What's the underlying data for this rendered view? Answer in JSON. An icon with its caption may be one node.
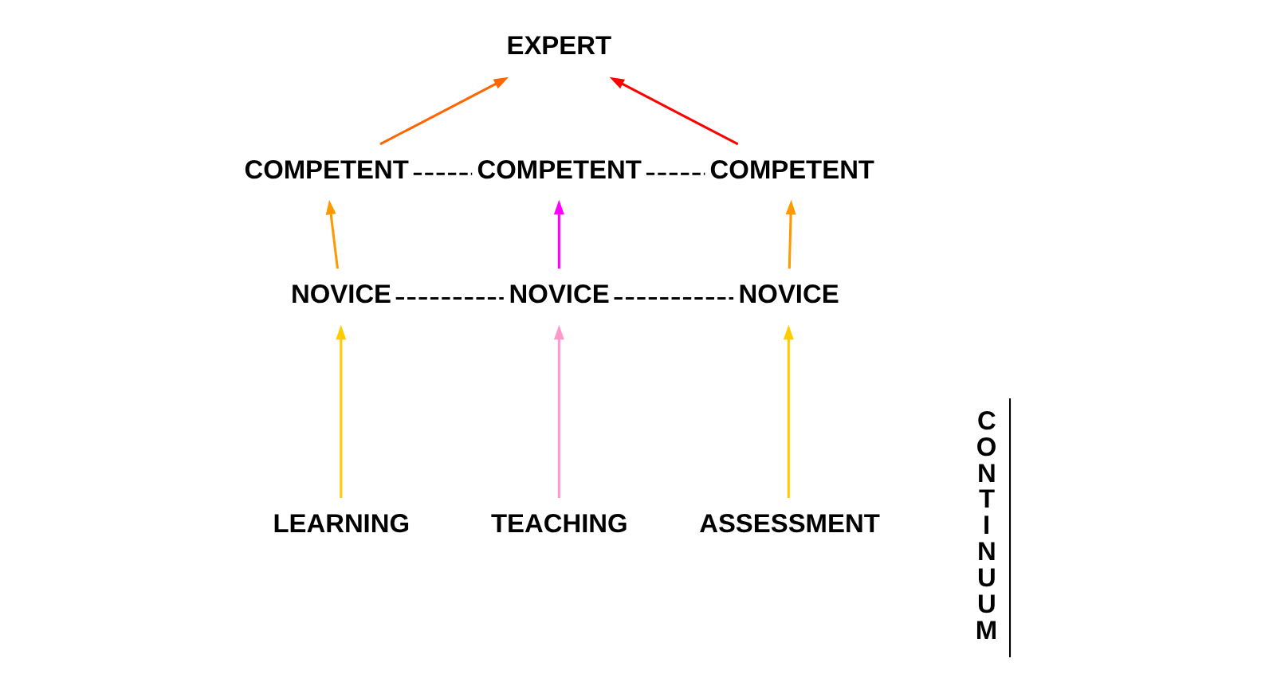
{
  "diagram": {
    "nodes": [
      {
        "text": [
          "EXPERT"
        ]
      },
      {
        "text": [
          "COMPETENT"
        ]
      },
      {
        "text": [
          "COMPETENT"
        ]
      },
      {
        "text": [
          "COMPETENT"
        ]
      },
      {
        "text": [
          "NOVICE"
        ]
      },
      {
        "text": [
          "NOVICE"
        ]
      },
      {
        "text": [
          "NOVICE"
        ]
      },
      {
        "text": [
          "LEARNING"
        ]
      },
      {
        "text": [
          "TEACHING"
        ]
      },
      {
        "text": [
          "ASSESSMENT"
        ]
      }
    ],
    "edges": [
      {
        "from": 7,
        "to": 4,
        "arrow": "to",
        "color": "#ffcc00"
      },
      {
        "from": 4,
        "to": 1,
        "arrow": "to",
        "color": "#ff9900"
      },
      {
        "from": 1,
        "to": 0,
        "arrow": "to",
        "color": "#ff6600"
      },
      {
        "from": 8,
        "to": 5,
        "arrow": "to",
        "color": "#ff99cc"
      },
      {
        "from": 5,
        "to": 2,
        "arrow": "to",
        "color": "#ff00ff"
      },
      {
        "from": 9,
        "to": 6,
        "arrow": "to",
        "color": "#ffcc00"
      },
      {
        "from": 6,
        "to": 3,
        "arrow": "to",
        "color": "#ff9900"
      },
      {
        "from": 3,
        "to": 0,
        "arrow": "to",
        "color": "#ff0000"
      },
      {
        "from": 1,
        "to": 2,
        "arrow": "none",
        "style": "dashed"
      },
      {
        "from": 2,
        "to": 3,
        "arrow": "none",
        "style": "dashed"
      },
      {
        "from": 4,
        "to": 5,
        "arrow": "none",
        "style": "dashed"
      },
      {
        "from": 5,
        "to": 6,
        "arrow": "none",
        "style": "dashed"
      }
    ],
    "labels": [
      "CONTINUUM"
    ]
  }
}
